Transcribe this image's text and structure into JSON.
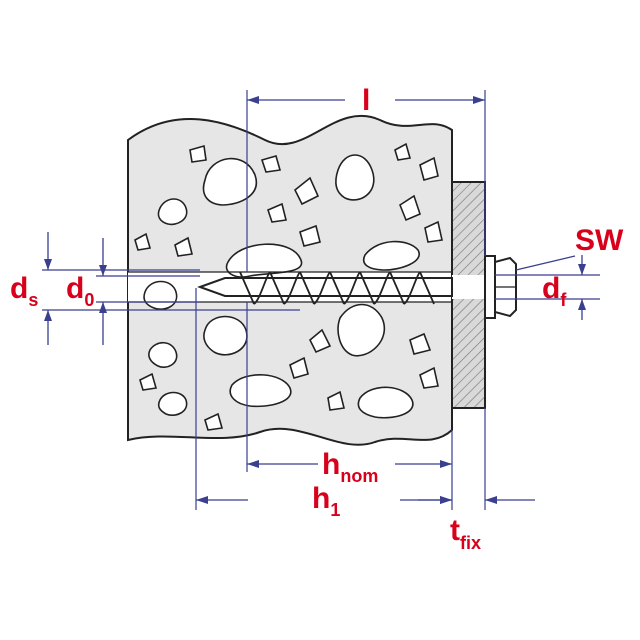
{
  "labels": {
    "l": "l",
    "sw": "SW",
    "ds_main": "d",
    "ds_sub": "s",
    "d0_main": "d",
    "d0_sub": "0",
    "df_main": "d",
    "df_sub": "f",
    "hnom_main": "h",
    "hnom_sub": "nom",
    "h1_main": "h",
    "h1_sub": "1",
    "tfix_main": "t",
    "tfix_sub": "fix"
  },
  "colors": {
    "label": "#d9001b",
    "dimension": "#3a3f8f",
    "outline": "#222222",
    "concrete": "#e6e6e6",
    "fixture": "#d9d9d9"
  }
}
